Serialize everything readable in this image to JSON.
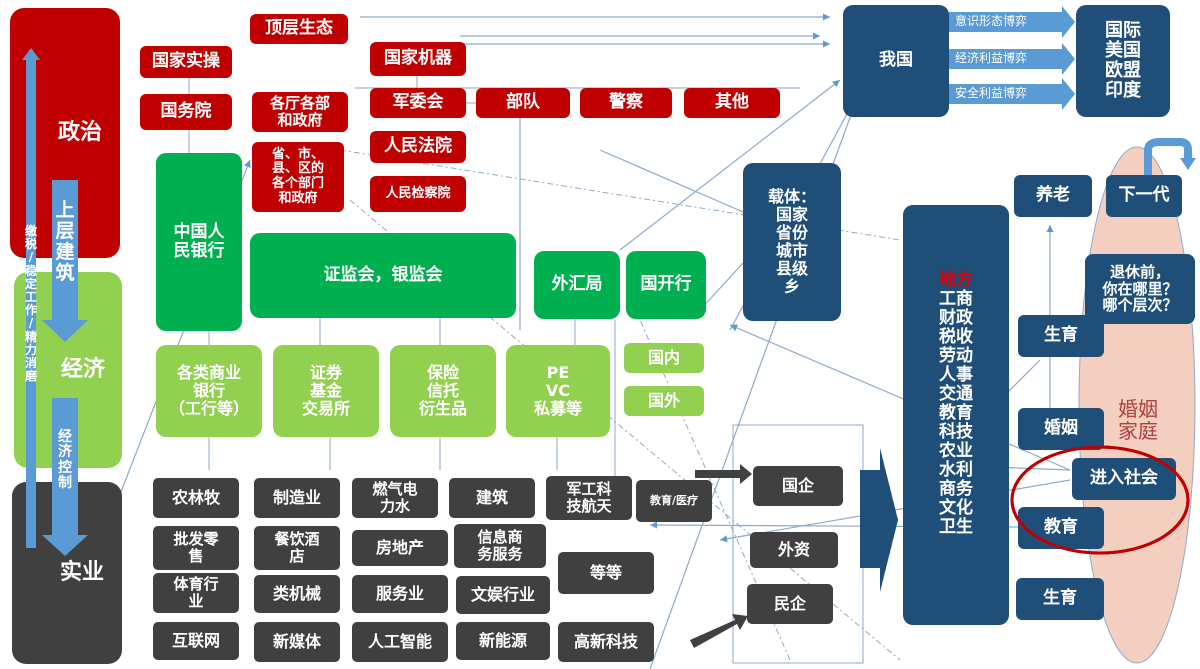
{
  "left": {
    "politics": "政治",
    "economy": "经济",
    "industry": "实业",
    "superstructure": "上\n层\n建\n筑",
    "economic_control": "经\n济\n控\n制",
    "tax_note": "缴\n税\n/\n稳\n定\n工\n作\n/\n精\n力\n消\n磨"
  },
  "gov": {
    "top": "顶层生态",
    "practice": "国家实操",
    "machine": "国家机器",
    "state_council": "国务院",
    "ministries": "各厅各部\n和政府",
    "military_commission": "军委会",
    "army": "部队",
    "police": "警察",
    "other": "其他",
    "court": "人民法院",
    "procuratorate": "人民检察院",
    "local_gov": "省、市、\n县、区的\n各个部门\n和政府"
  },
  "finance": {
    "pboc": "中国人\n民银行",
    "regulators": "证监会，银监会",
    "forex": "外汇局",
    "cdb": "国开行",
    "banks": "各类商业\n银行\n（工行等）",
    "securities": "证券\n基金\n交易所",
    "insurance": "保险\n信托\n衍生品",
    "pe": "PE\nVC\n私募等",
    "domestic": "国内",
    "foreign": "国外"
  },
  "industries": [
    "农林牧",
    "制造业",
    "燃气电\n力水",
    "建筑",
    "军工科\n技航天",
    "教育/医疗",
    "批发零\n售",
    "餐饮酒\n店",
    "房地产",
    "信息商\n务服务",
    "体育行\n业",
    "类机械",
    "服务业",
    "文娱行业",
    "等等",
    "互联网",
    "新媒体",
    "人工智能",
    "新能源",
    "高新科技"
  ],
  "enterprises": {
    "soe": "国企",
    "foreign": "外资",
    "private": "民企"
  },
  "nation": {
    "china": "我国",
    "international": "国际\n美国\n欧盟\n印度",
    "ideology": "意识形态博弈",
    "economic": "经济利益博弈",
    "security": "安全利益博弈",
    "carrier": "载体：\n国家\n省份\n城市\n县级\n乡",
    "local_title": "地方",
    "local_items": "工商\n财政\n税收\n劳动\n人事\n交通\n教育\n科技\n农业\n水利\n商务\n文化\n卫生"
  },
  "life": {
    "elderly": "养老",
    "next_gen": "下一代",
    "before_retire": "退休前，\n你在哪里？\n哪个层次？",
    "birth1": "生育",
    "marriage": "婚姻",
    "enter_society": "进入社会",
    "education": "教育",
    "birth2": "生育",
    "family": "婚姻\n家庭"
  }
}
